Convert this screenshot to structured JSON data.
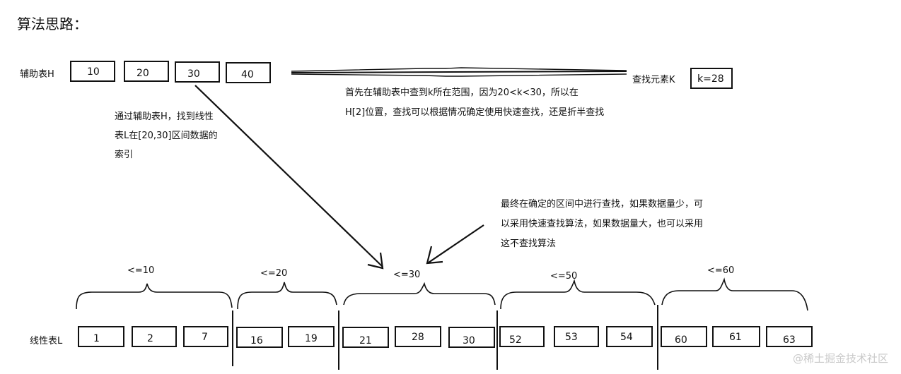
{
  "title": "算法思路：",
  "aux_table": {
    "label": "辅助表H",
    "values": [
      "10",
      "20",
      "30",
      "40"
    ]
  },
  "search_key": {
    "label": "查找元素K",
    "value": "k=28"
  },
  "notes": {
    "top_right_line1": "首先在辅助表中查到k所在范围，因为20<k<30，所以在",
    "top_right_line2": "H[2]位置，查找可以根据情况确定使用快速查找，还是折半查找",
    "left_line1": "通过辅助表H，找到线性",
    "left_line2": "表L在[20,30]区间数据的",
    "left_line3": "索引",
    "mid_line1": "最终在确定的区间中进行查找，如果数据量少，可",
    "mid_line2": "以采用快速查找算法，如果数据量大，也可以采用",
    "mid_line3": "这不查找算法"
  },
  "linear_table": {
    "label": "线性表L",
    "values": [
      "1",
      "2",
      "7",
      "16",
      "19",
      "21",
      "28",
      "30",
      "52",
      "53",
      "54",
      "60",
      "61",
      "63"
    ]
  },
  "ranges": [
    "<=10",
    "<=20",
    "<=30",
    "<=50",
    "<=60"
  ],
  "watermark": "@稀土掘金技术社区"
}
